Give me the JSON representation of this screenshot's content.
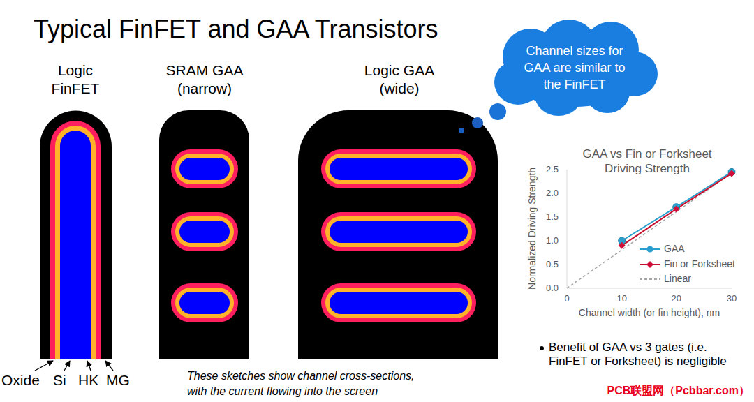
{
  "diagram": {
    "title": "Typical FinFET and GAA Transistors",
    "caption": "These sketches show channel cross-sections, with the current flowing into the screen",
    "nodes": [
      {
        "text": [
          "Channel sizes for GAA are similar to the FinFET"
        ]
      }
    ],
    "labels": [
      "Logic FinFET",
      "SRAM GAA (narrow)",
      "Logic GAA (wide)",
      "Oxide",
      "Si",
      "HK",
      "MG",
      "GAA vs Fin or Forksheet Driving Strength",
      "2.5",
      "2.0",
      "1.5",
      "1.0",
      "0.5",
      "0.0",
      "0",
      "10",
      "20",
      "30",
      "Normalized Driving Strength",
      "Channel width (or fin height), nm",
      "Benefit of GAA vs 3 gates (i.e. FinFET or Forksheet) is negligible",
      "PCB联盟网（Pcbbar.com）"
    ],
    "legend": [
      {
        "text": "GAA"
      },
      {
        "text": "Fin or Forksheet"
      },
      {
        "text": "Linear"
      }
    ]
  }
}
